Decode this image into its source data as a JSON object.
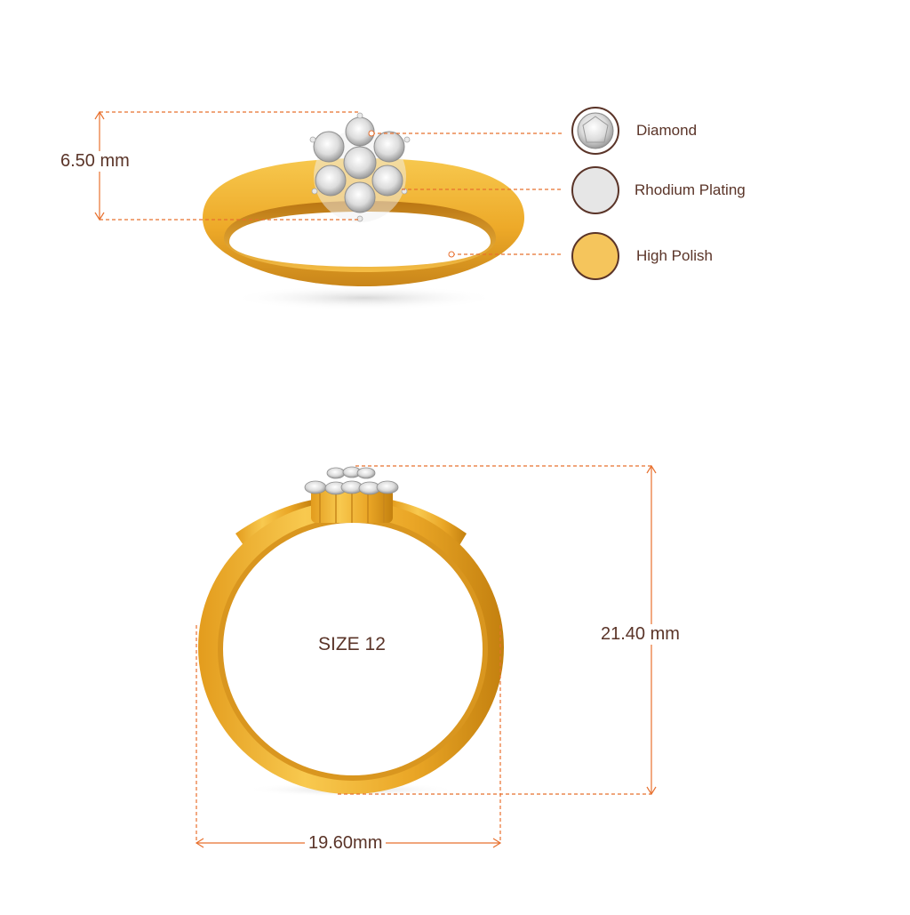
{
  "dimensions": {
    "top_height": "6.50 mm",
    "front_height": "21.40 mm",
    "front_width": "19.60mm",
    "size": "SIZE 12"
  },
  "legend": [
    {
      "label": "Diamond",
      "icon": "diamond-icon",
      "color": "#f2f2f2"
    },
    {
      "label": "Rhodium Plating",
      "icon": "rhodium-swatch-icon",
      "color": "#e6e6e6"
    },
    {
      "label": "High Polish",
      "icon": "gold-swatch-icon",
      "color": "#f5c55c"
    }
  ],
  "colors": {
    "accent": "#e8702e",
    "text": "#5a3428",
    "gold": "#f2b233",
    "gold_dark": "#c98a16"
  }
}
